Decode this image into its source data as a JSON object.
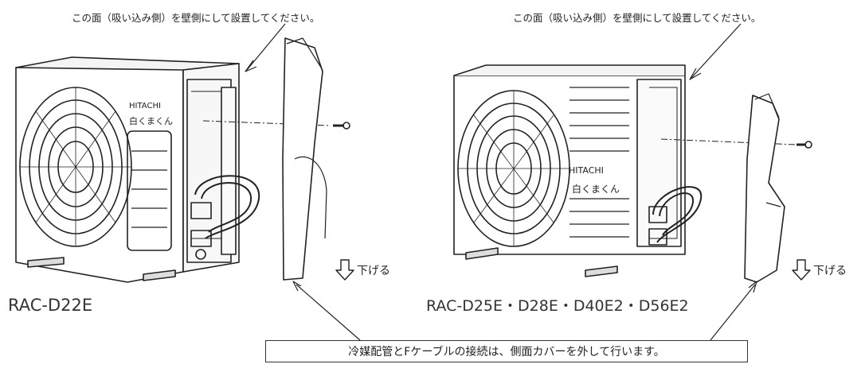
{
  "diagram": {
    "callout_left": "この面（吸い込み側）を壁側にして設置してください。",
    "callout_right": "この面（吸い込み側）を壁側にして設置してください。",
    "model_left": "RAC-D22E",
    "model_right": "RAC-D25E・D28E・D40E2・D56E2",
    "lower_left": "下げる",
    "lower_right": "下げる",
    "brand_left": "HITACHI",
    "brand_right": "HITACHI",
    "brand_sub": "白くまくん",
    "note": "冷媒配管とFケーブルの接続は、側面カバーを外して行います。"
  },
  "colors": {
    "line": "#222222",
    "fill": "#ffffff",
    "shade": "#e8e8e8"
  }
}
